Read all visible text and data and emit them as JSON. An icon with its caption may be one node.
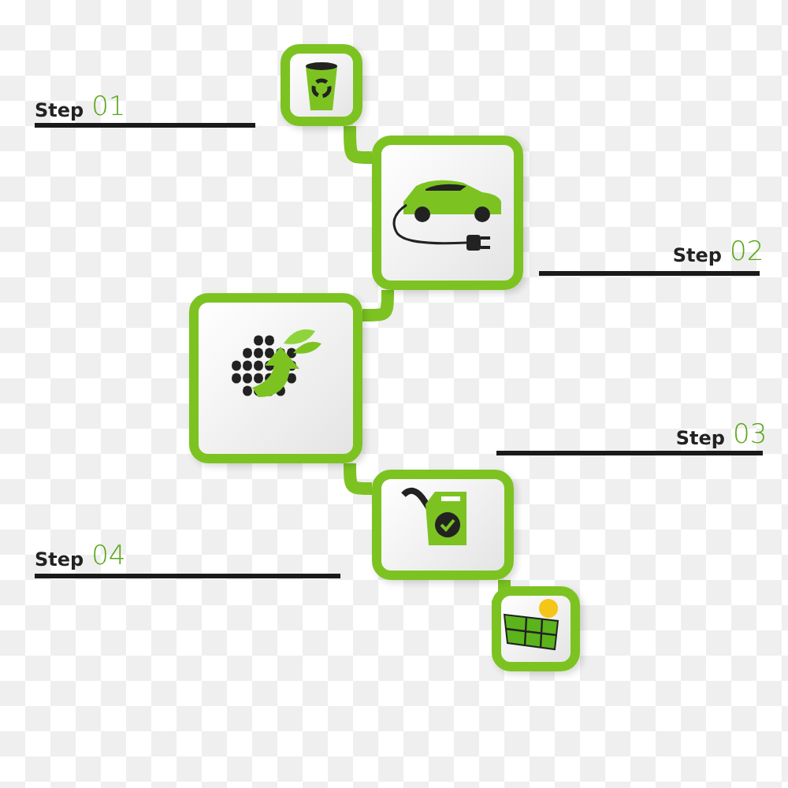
{
  "diagram": {
    "nodes": [
      {
        "text": [],
        "shape": "box"
      },
      {
        "text": [],
        "shape": "box"
      },
      {
        "text": [],
        "shape": "box"
      },
      {
        "text": [],
        "shape": "box"
      },
      {
        "text": [],
        "shape": "box"
      }
    ],
    "edges": [
      {
        "from": 0,
        "to": 1,
        "arrow": "none"
      },
      {
        "from": 1,
        "to": 2,
        "arrow": "none"
      },
      {
        "from": 2,
        "to": 3,
        "arrow": "none"
      },
      {
        "from": 3,
        "to": 4,
        "arrow": "none"
      }
    ],
    "labels": [
      "Step",
      "01",
      "Step",
      "02",
      "Step",
      "03",
      "Step",
      "04"
    ]
  }
}
